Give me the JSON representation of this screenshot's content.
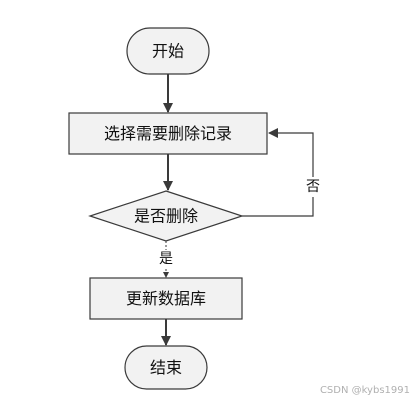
{
  "nodes": {
    "start": "开始",
    "select": "选择需要删除记录",
    "decision": "是否删除",
    "update": "更新数据库",
    "end": "结束"
  },
  "edges": {
    "yes": "是",
    "no": "否"
  },
  "watermark": "CSDN @kybs1991",
  "colors": {
    "node_fill": "#f2f2f2",
    "stroke": "#3a3a3a",
    "text": "#111111"
  }
}
